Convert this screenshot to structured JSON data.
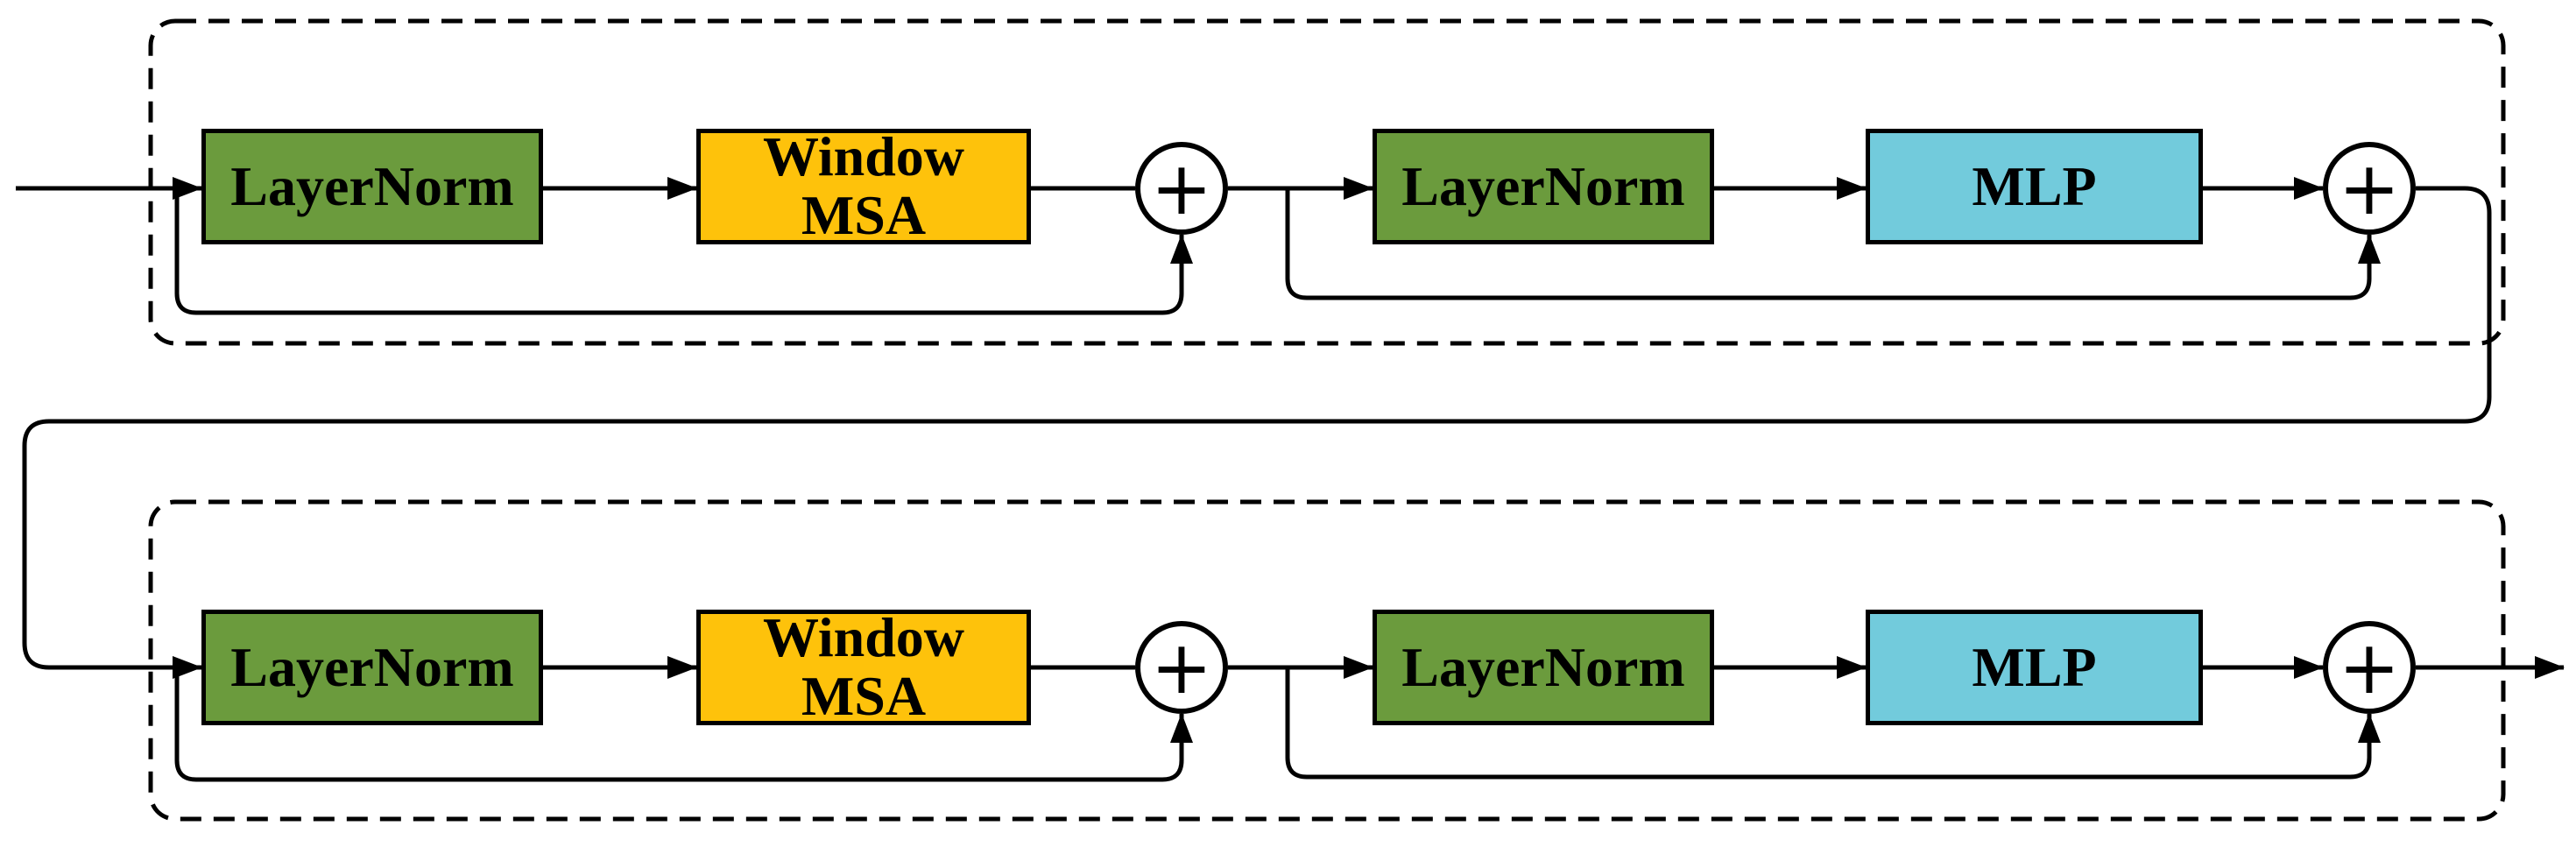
{
  "colors": {
    "background": "#FFFFFF",
    "stroke": "#000000",
    "layernorm_fill": "#6B9B3D",
    "attention_fill": "#FEC20B",
    "mlp_fill": "#72CBDC"
  },
  "blocks": [
    {
      "layernorm_a": "LayerNorm",
      "attention_line1": "Window",
      "attention_line2": "MSA",
      "add_a": "+",
      "layernorm_b": "LayerNorm",
      "mlp": "MLP",
      "add_b": "+"
    },
    {
      "layernorm_a": "LayerNorm",
      "attention_line1": "Window",
      "attention_line2": "MSA",
      "add_a": "+",
      "layernorm_b": "LayerNorm",
      "mlp": "MLP",
      "add_b": "+"
    }
  ]
}
